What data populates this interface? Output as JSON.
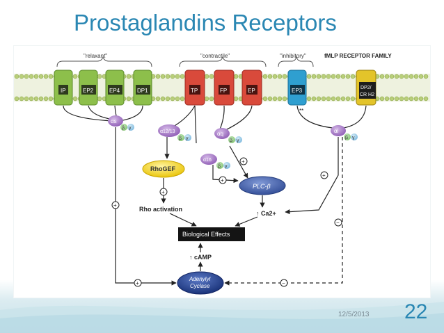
{
  "slide": {
    "title": "Prostaglandins Receptors",
    "date": "12/5/2013",
    "page_number": "22"
  },
  "diagram": {
    "group_labels": {
      "relaxant": "\"relaxant\"",
      "contractile": "\"contractile\"",
      "inhibitory": "\"inhibitory\"",
      "fmlp": "fMLP RECEPTOR FAMILY"
    },
    "receptors": {
      "ip": "IP",
      "ep2": "EP2",
      "ep4": "EP4",
      "dp1": "DP1",
      "tp": "TP",
      "fp": "FP",
      "ep1": "EP",
      "ep3": "EP3",
      "dp2_line1": "DP2/",
      "dp2_line2": "CR H2"
    },
    "stars": "**",
    "gproteins": {
      "alpha_s": "αs",
      "alpha_12_13": "α12/13",
      "alpha_q": "αq",
      "alpha_16": "α16",
      "alpha_i": "αi",
      "beta": "β",
      "gamma": "γ"
    },
    "nodes": {
      "rhogef": "RhoGEF",
      "plc": "PLC-β",
      "rho_activation": "Rho activation",
      "ca": "↑ Ca2+",
      "biological_effects": "Biological Effects",
      "camp": "↑ cAMP",
      "adenylyl_line1": "Adenylyl",
      "adenylyl_line2": "Cyclase"
    },
    "signs": {
      "plus": "+",
      "minus": "−"
    },
    "colors": {
      "relaxant_receptor": "#8dbf4b",
      "contractile_receptor": "#d94a3b",
      "inhibitory_receptor": "#2f9fd0",
      "fmlp_receptor": "#e3c42a",
      "g_alpha": "#a777c7",
      "g_beta_gamma": "#8fc7e3",
      "rhogef": "#f3d225",
      "plc": "#3f5fa8",
      "adenylyl": "#1f3f8c",
      "title": "#2a87b3"
    }
  }
}
